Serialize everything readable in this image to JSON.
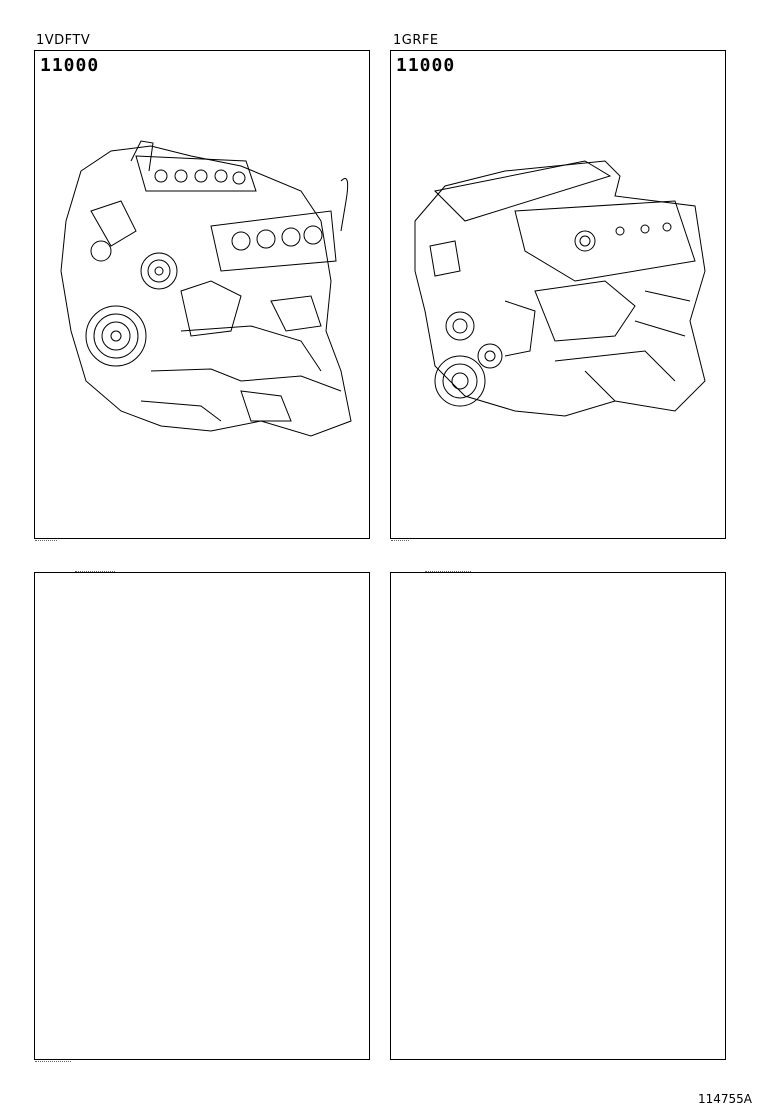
{
  "panels": [
    {
      "model": "1VDFTV",
      "part_code": "11000",
      "illustration": "engine-assembly-v8-diesel"
    },
    {
      "model": "1GRFE",
      "part_code": "11000",
      "illustration": "engine-assembly-v6-gasoline"
    },
    {
      "model": "",
      "part_code": ""
    },
    {
      "model": "",
      "part_code": ""
    }
  ],
  "reference_id": "114755A"
}
